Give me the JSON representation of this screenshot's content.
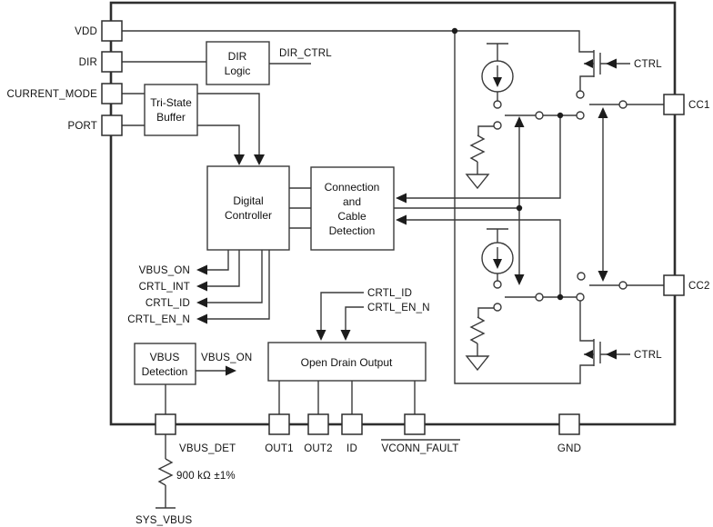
{
  "colors": {
    "line": "#3a3a3a",
    "text": "#111111",
    "background": "#ffffff"
  },
  "blocks": {
    "dir_logic": {
      "line1": "DIR",
      "line2": "Logic"
    },
    "tri_state_buffer": {
      "line1": "Tri-State",
      "line2": "Buffer"
    },
    "digital_controller": {
      "line1": "Digital",
      "line2": "Controller"
    },
    "connection_cable_detection": {
      "line1": "Connection",
      "line2": "and",
      "line3": "Cable",
      "line4": "Detection"
    },
    "open_drain_output": {
      "label": "Open Drain Output"
    },
    "vbus_detection": {
      "line1": "VBUS",
      "line2": "Detection"
    }
  },
  "pins": {
    "left": [
      {
        "label": "VDD"
      },
      {
        "label": "DIR"
      },
      {
        "label": "CURRENT_MODE"
      },
      {
        "label": "PORT"
      }
    ],
    "right": [
      {
        "label": "CC1"
      },
      {
        "label": "CC2"
      }
    ],
    "bottom": [
      {
        "label": "VBUS_DET"
      },
      {
        "label": "OUT1"
      },
      {
        "label": "OUT2"
      },
      {
        "label": "ID"
      },
      {
        "label": "VCONN_FAULT",
        "overline": true
      },
      {
        "label": "GND"
      }
    ]
  },
  "signals": {
    "dir_ctrl": "DIR_CTRL",
    "vbus_on_left": "VBUS_ON",
    "crtl_int_left": "CRTL_INT",
    "crtl_id_left": "CRTL_ID",
    "crtl_en_n_left": "CRTL_EN_N",
    "crtl_id_top": "CRTL_ID",
    "crtl_en_n_top": "CRTL_EN_N",
    "vbus_on_right": "VBUS_ON",
    "ctrl_upper": "CTRL",
    "ctrl_lower": "CTRL"
  },
  "external": {
    "resistor_value": "900 kΩ ±1%",
    "sys_vbus_label": "SYS_VBUS"
  }
}
